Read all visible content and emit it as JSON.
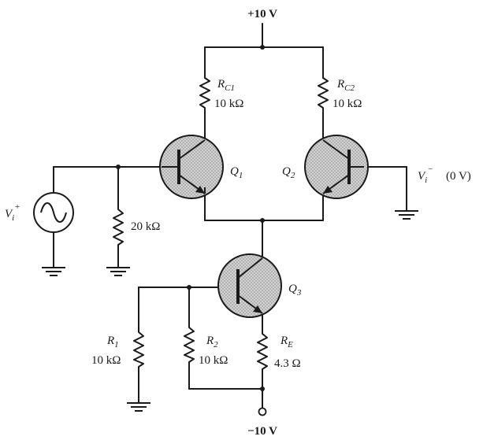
{
  "supply_top": "+10 V",
  "supply_bottom": "−10 V",
  "components": {
    "rc1": {
      "label": "R",
      "sub": "C1",
      "value": "10 kΩ"
    },
    "rc2": {
      "label": "R",
      "sub": "C2",
      "value": "10 kΩ"
    },
    "r_bias": {
      "value": "20 kΩ"
    },
    "r1": {
      "label": "R",
      "sub": "1",
      "value": "10 kΩ"
    },
    "r2": {
      "label": "R",
      "sub": "2",
      "value": "10 kΩ"
    },
    "re": {
      "label": "R",
      "sub": "E",
      "value": "4.3 Ω"
    },
    "q1": {
      "label": "Q",
      "sub": "1"
    },
    "q2": {
      "label": "Q",
      "sub": "2"
    },
    "q3": {
      "label": "Q",
      "sub": "3"
    }
  },
  "inputs": {
    "vi_plus": {
      "label": "V",
      "sub": "i",
      "sup": "+"
    },
    "vi_minus": {
      "label": "V",
      "sub": "i",
      "sup": "−",
      "note": "(0 V)"
    }
  },
  "colors": {
    "ink": "#1a1a1a",
    "transistor_fill": "#bdbdbd",
    "background": "#ffffff"
  }
}
